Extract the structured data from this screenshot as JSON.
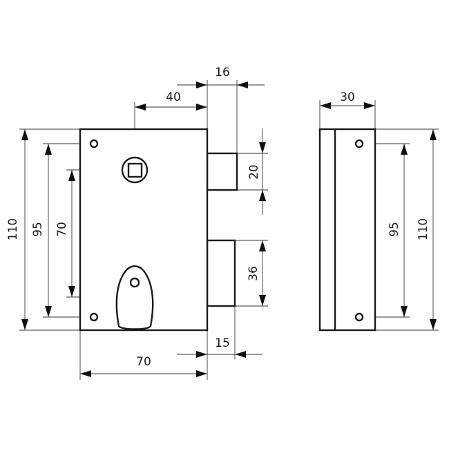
{
  "drawing": {
    "title": "Lock dimension drawing",
    "front_view": {
      "height": "110",
      "hole_spacing": "95",
      "spindle_to_keyhole": "70",
      "spindle_offset": "40",
      "upper_bolt_projection": "16",
      "upper_bolt_height": "20",
      "lower_bolt_height": "36",
      "lower_bolt_projection": "15",
      "width": "70"
    },
    "side_view": {
      "depth": "30",
      "hole_spacing": "95",
      "height": "110"
    }
  }
}
